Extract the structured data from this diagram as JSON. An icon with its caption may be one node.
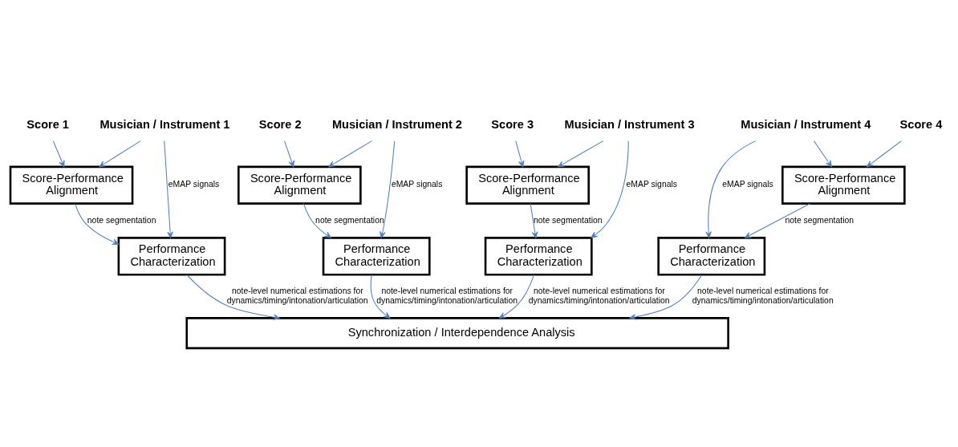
{
  "diagram": {
    "nodes": [
      {
        "text": [
          "Musician / Instrument 1"
        ]
      },
      {
        "text": [
          "Score 1"
        ]
      },
      {
        "text": [
          "Score-Performance Alignment"
        ]
      },
      {
        "text": [
          "Performance Characterization"
        ]
      },
      {
        "text": [
          "Musician / Instrument 2"
        ]
      },
      {
        "text": [
          "Score 2"
        ]
      },
      {
        "text": [
          "Score-Performance Alignment"
        ]
      },
      {
        "text": [
          "Performance Characterization"
        ]
      },
      {
        "text": [
          "Musician / Instrument 3"
        ]
      },
      {
        "text": [
          "Score 3"
        ]
      },
      {
        "text": [
          "Score-Performance Alignment"
        ]
      },
      {
        "text": [
          "Performance Characterization"
        ]
      },
      {
        "text": [
          "Musician / Instrument 4"
        ]
      },
      {
        "text": [
          "Score 4"
        ]
      },
      {
        "text": [
          "Score-Performance Alignment"
        ]
      },
      {
        "text": [
          "Performance Characterization"
        ]
      },
      {
        "text": [
          "Synchronization / Interdependence Analysis"
        ]
      }
    ],
    "edges": [
      {
        "from": 1,
        "to": 2,
        "arrow": "to"
      },
      {
        "from": 0,
        "to": 2,
        "arrow": "to"
      },
      {
        "from": 0,
        "to": 3,
        "arrow": "to",
        "label": "eMAP signals"
      },
      {
        "from": 2,
        "to": 3,
        "arrow": "to",
        "label": "note segmentation"
      },
      {
        "from": 3,
        "to": 16,
        "arrow": "to",
        "label": "note-level numerical estimations for dynamics/timing/intonation/articulation"
      },
      {
        "from": 5,
        "to": 6,
        "arrow": "to"
      },
      {
        "from": 4,
        "to": 6,
        "arrow": "to"
      },
      {
        "from": 4,
        "to": 7,
        "arrow": "to",
        "label": "eMAP signals"
      },
      {
        "from": 6,
        "to": 7,
        "arrow": "to",
        "label": "note segmentation"
      },
      {
        "from": 7,
        "to": 16,
        "arrow": "to",
        "label": "note-level numerical estimations for dynamics/timing/intonation/articulation"
      },
      {
        "from": 9,
        "to": 10,
        "arrow": "to"
      },
      {
        "from": 8,
        "to": 10,
        "arrow": "to"
      },
      {
        "from": 8,
        "to": 11,
        "arrow": "to",
        "label": "eMAP signals"
      },
      {
        "from": 10,
        "to": 11,
        "arrow": "to",
        "label": "note segmentation"
      },
      {
        "from": 11,
        "to": 16,
        "arrow": "to",
        "label": "note-level numerical estimations for dynamics/timing/intonation/articulation"
      },
      {
        "from": 13,
        "to": 14,
        "arrow": "to"
      },
      {
        "from": 12,
        "to": 14,
        "arrow": "to"
      },
      {
        "from": 12,
        "to": 15,
        "arrow": "to",
        "label": "eMAP signals"
      },
      {
        "from": 14,
        "to": 15,
        "arrow": "to",
        "label": "note segmentation"
      },
      {
        "from": 15,
        "to": 16,
        "arrow": "to",
        "label": "note-level numerical estimations for dynamics/timing/intonation/articulation"
      }
    ]
  }
}
